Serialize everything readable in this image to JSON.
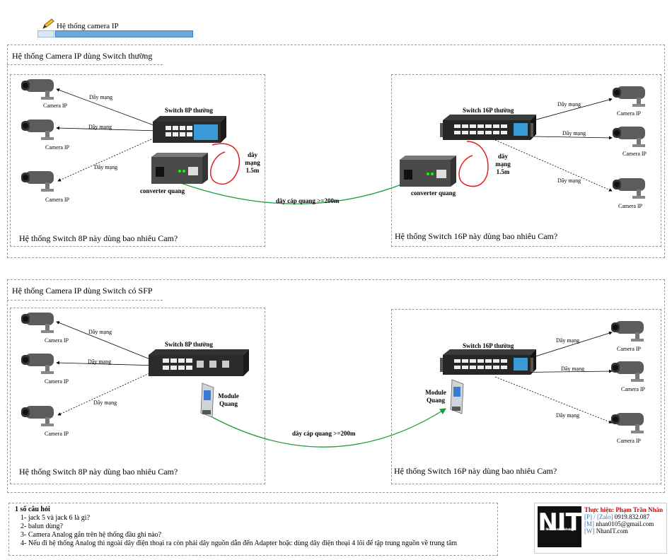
{
  "header": {
    "title": "Hệ thống camera IP"
  },
  "section1": {
    "title": "Hệ thống Camera IP dùng Switch thường",
    "left": {
      "switch_label": "Switch 8P thường",
      "cable_label": "dây mạng 1.5m",
      "converter_label": "converter quang",
      "question": "Hệ thống Switch 8P này dùng bao nhiêu Cam?",
      "cameras": [
        {
          "label": "Camera IP",
          "link": "Dây mạng"
        },
        {
          "label": "Camera IP",
          "link": "Dây mạng"
        },
        {
          "label": "Camera IP",
          "link": "Dây mạng"
        }
      ]
    },
    "fiber_label": "dây cáp quang >=200m",
    "right": {
      "switch_label": "Switch 16P thường",
      "cable_label": "dây mạng 1.5m",
      "converter_label": "converter quang",
      "question": "Hệ thống Switch 16P này dùng bao nhiêu Cam?",
      "cameras": [
        {
          "label": "Camera IP",
          "link": "Dây mạng"
        },
        {
          "label": "Camera IP",
          "link": "Dây mạng"
        },
        {
          "label": "Camera IP",
          "link": "Dây mạng"
        }
      ]
    }
  },
  "section2": {
    "title": "Hệ thống Camera IP dùng Switch có SFP",
    "left": {
      "switch_label": "Switch 8P thường",
      "module_label": "Module Quang",
      "question": "Hệ thống Switch 8P này dùng bao nhiêu Cam?",
      "cameras": [
        {
          "label": "Camera IP",
          "link": "Dây mạng"
        },
        {
          "label": "Camera IP",
          "link": "Dây mạng"
        },
        {
          "label": "Camera IP",
          "link": "Dây mạng"
        }
      ]
    },
    "fiber_label": "dây cáp quang >=200m",
    "right": {
      "switch_label": "Switch 16P thường",
      "module_label": "Module Quang",
      "question": "Hệ thống Switch 16P này dùng bao nhiêu Cam?",
      "cameras": [
        {
          "label": "Camera IP",
          "link": "Dây mạng"
        },
        {
          "label": "Camera IP",
          "link": "Dây mạng"
        },
        {
          "label": "Camera IP",
          "link": "Dây mạng"
        }
      ]
    }
  },
  "notes": {
    "heading": "1 số câu hỏi",
    "items": [
      "1- jack 5 và jack 6 là gì?",
      "2- balun dùng?",
      "3- Camera Analog gắn trên hệ thống đầu ghi nào?",
      "4- Nếu đi hệ thống Analog thì ngoài dây điện thoại ra còn phải dây nguồn dẫn đến Adapter hoặc dùng dây điện thoại 4 lõi để tập trung nguồn về trung tâm"
    ]
  },
  "credits": {
    "logo": "NIT",
    "logo_sub": "Nhân Information Technology",
    "author_label": "Thực hiện: Phạm Trần Nhân",
    "phone_tag": "[P] / [Zalo]",
    "phone": "0919.832.087",
    "mail_tag": "[M]",
    "mail": "nhan0105@gmail.com",
    "web_tag": "[W]",
    "web": "NhanIT.com"
  },
  "colors": {
    "fiber": "#1f9a3a",
    "patch_cable": "#e02020",
    "accent_switch": "#3a9ad8",
    "titlebar": "#6fa8dc"
  }
}
